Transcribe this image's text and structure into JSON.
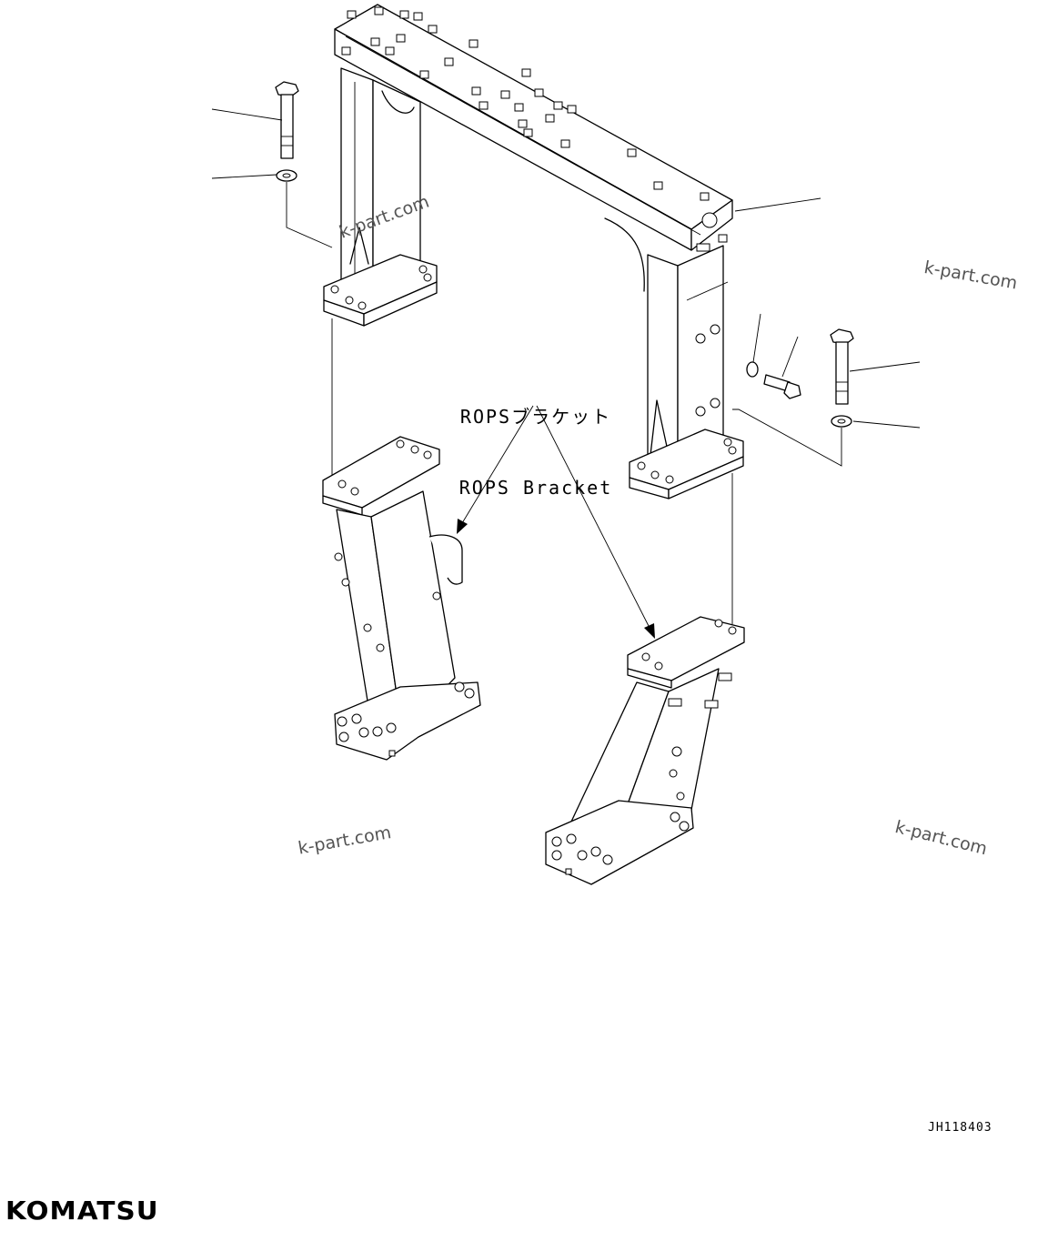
{
  "callout": {
    "line1": "ROPSブラケット",
    "line2": "ROPS Bracket"
  },
  "watermarks": [
    "k-part.com",
    "k-part.com",
    "k-part.com",
    "k-part.com"
  ],
  "drawing_code": "JH118403",
  "brand": "KOMATSU"
}
